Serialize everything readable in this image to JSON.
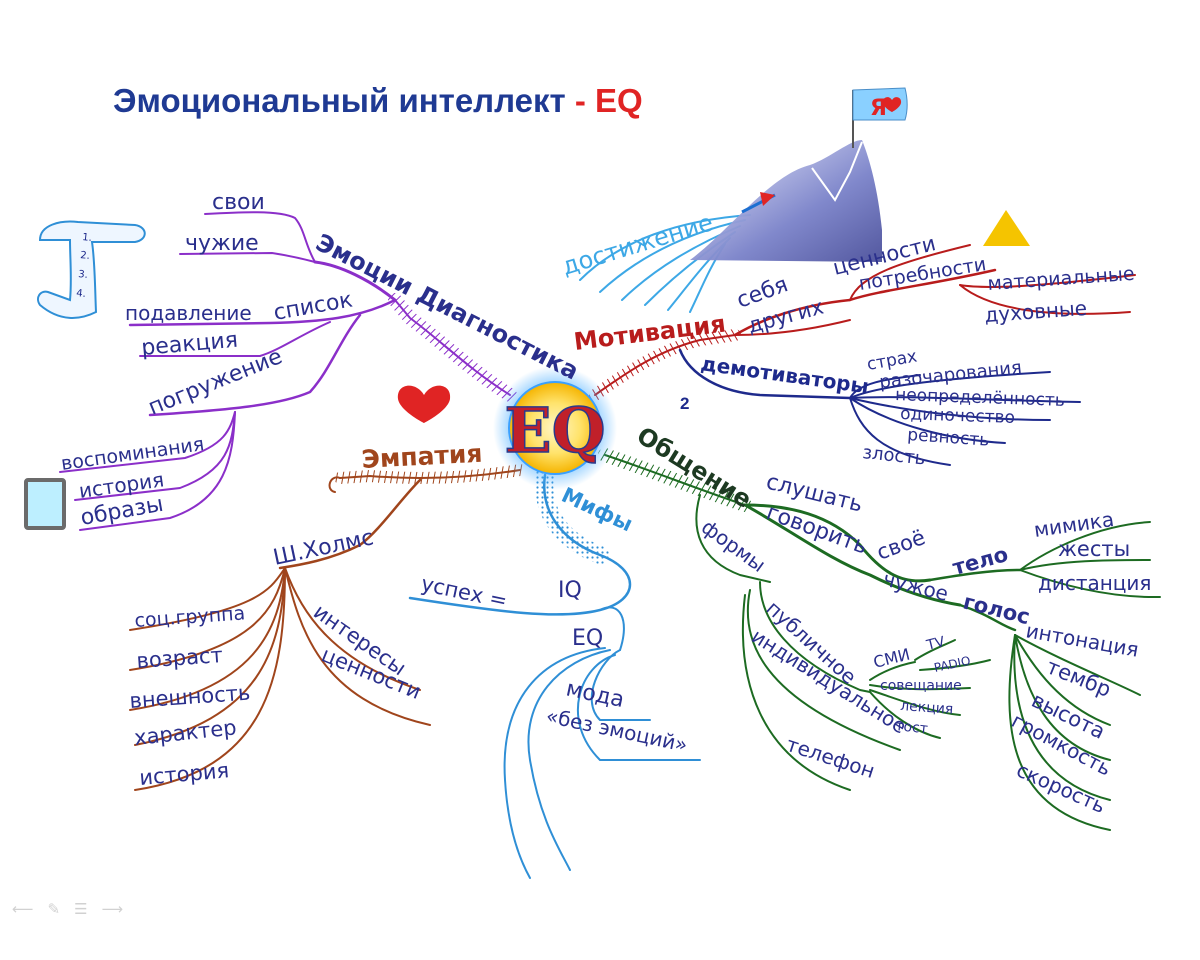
{
  "title": {
    "main": "Эмоциональный интеллект",
    "dash": "-",
    "eq": "EQ"
  },
  "page_number": "2",
  "flag_text": "Я",
  "center_text": "EQ",
  "scroll_items": [
    "1.",
    "2.",
    "3.",
    "4."
  ],
  "branches": {
    "diagnostics": {
      "main": "Эмоции Диагностика",
      "items": [
        "свои",
        "чужие",
        "подавление",
        "список",
        "реакция",
        "погружение",
        "воспоминания",
        "история",
        "образы"
      ]
    },
    "empathy": {
      "main": "Эмпатия",
      "items": [
        "Ш.Холмс",
        "соц.группа",
        "возраст",
        "внешность",
        "характер",
        "история",
        "интересы",
        "ценности"
      ]
    },
    "myths": {
      "main": "Мифы",
      "items": [
        "успех =",
        "IQ",
        "EQ",
        "мода",
        "«без эмоций»"
      ]
    },
    "motivation": {
      "main": "Мотивация",
      "achievement": "достижение",
      "items": [
        "себя",
        "других",
        "ценности",
        "потребности",
        "материальные",
        "духовные"
      ],
      "demotivators": "демотиваторы",
      "demotivator_items": [
        "страх",
        "разочарования",
        "неопределённость",
        "одиночество",
        "ревность",
        "злость"
      ]
    },
    "communication": {
      "main": "Общение",
      "items": [
        "слушать",
        "говорить",
        "своё",
        "чужое",
        "тело",
        "мимика",
        "жесты",
        "дистанция",
        "голос",
        "интонация",
        "тембр",
        "высота",
        "громкость",
        "скорость"
      ],
      "forms": "формы",
      "form_items": [
        "публичное",
        "СМИ",
        "TV",
        "PADIO",
        "совещание",
        "лекция",
        "тост",
        "индивидуальное",
        "телефон"
      ]
    }
  },
  "colors": {
    "diagnostics": "#8b2fc9",
    "empathy": "#a0451c",
    "myths": "#2f8fd6",
    "motivation": "#b81c1c",
    "demotivators": "#1e2a8c",
    "communication": "#1d6b22",
    "text": "#1f2a6e",
    "title": "#1f3a93",
    "accent": "#e02424"
  },
  "icons": [
    "heart-icon",
    "triangle-icon",
    "square-icon",
    "mountain-icon",
    "flag-icon",
    "arrow-icon",
    "scroll-icon"
  ]
}
